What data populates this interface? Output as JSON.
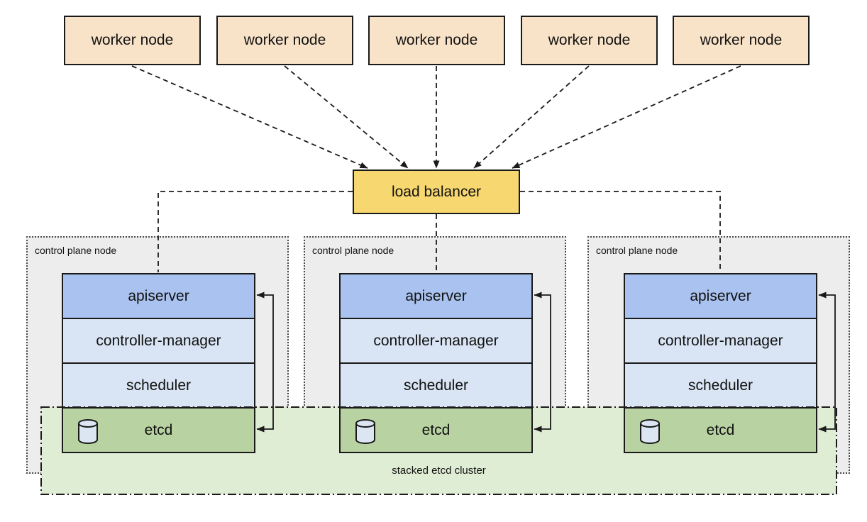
{
  "workers": [
    {
      "label": "worker node"
    },
    {
      "label": "worker node"
    },
    {
      "label": "worker node"
    },
    {
      "label": "worker node"
    },
    {
      "label": "worker node"
    }
  ],
  "load_balancer": {
    "label": "load balancer"
  },
  "control_plane_nodes": [
    {
      "label": "control plane node",
      "components": [
        {
          "label": "apiserver"
        },
        {
          "label": "controller-manager"
        },
        {
          "label": "scheduler"
        },
        {
          "label": "etcd"
        }
      ]
    },
    {
      "label": "control plane node",
      "components": [
        {
          "label": "apiserver"
        },
        {
          "label": "controller-manager"
        },
        {
          "label": "scheduler"
        },
        {
          "label": "etcd"
        }
      ]
    },
    {
      "label": "control plane node",
      "components": [
        {
          "label": "apiserver"
        },
        {
          "label": "controller-manager"
        },
        {
          "label": "scheduler"
        },
        {
          "label": "etcd"
        }
      ]
    }
  ],
  "etcd_cluster": {
    "label": "stacked etcd cluster"
  },
  "colors": {
    "worker_fill": "#f8e3c8",
    "load_balancer_fill": "#f7d76f",
    "apiserver_fill": "#a9c2ef",
    "component_fill": "#d9e5f4",
    "etcd_fill": "#b9d2a2",
    "control_plane_node_fill": "#ededed",
    "etcd_cluster_fill": "#e0edd5",
    "cylinder_icon_fill": "#dce6f3",
    "line_color": "#1a1a1a"
  }
}
